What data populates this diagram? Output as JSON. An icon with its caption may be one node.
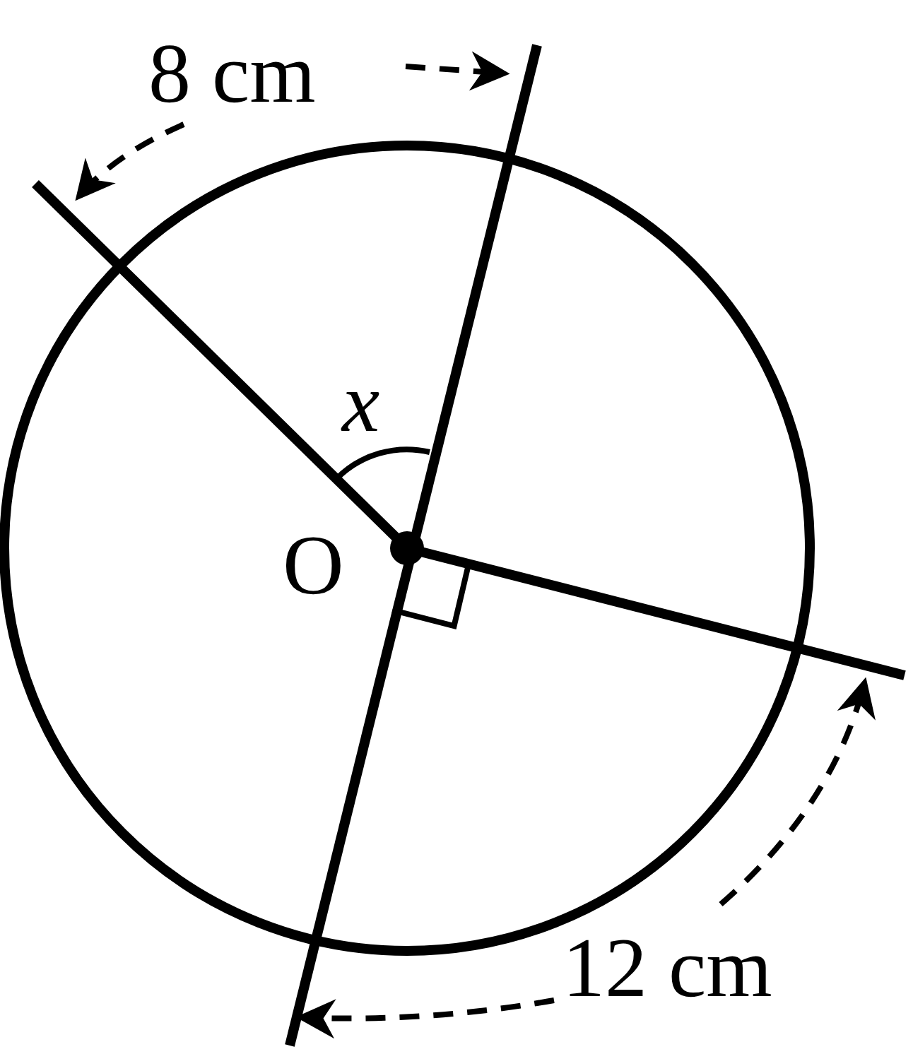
{
  "diagram": {
    "labels": [
      "8 cm",
      "x",
      "O",
      "12 cm"
    ]
  }
}
